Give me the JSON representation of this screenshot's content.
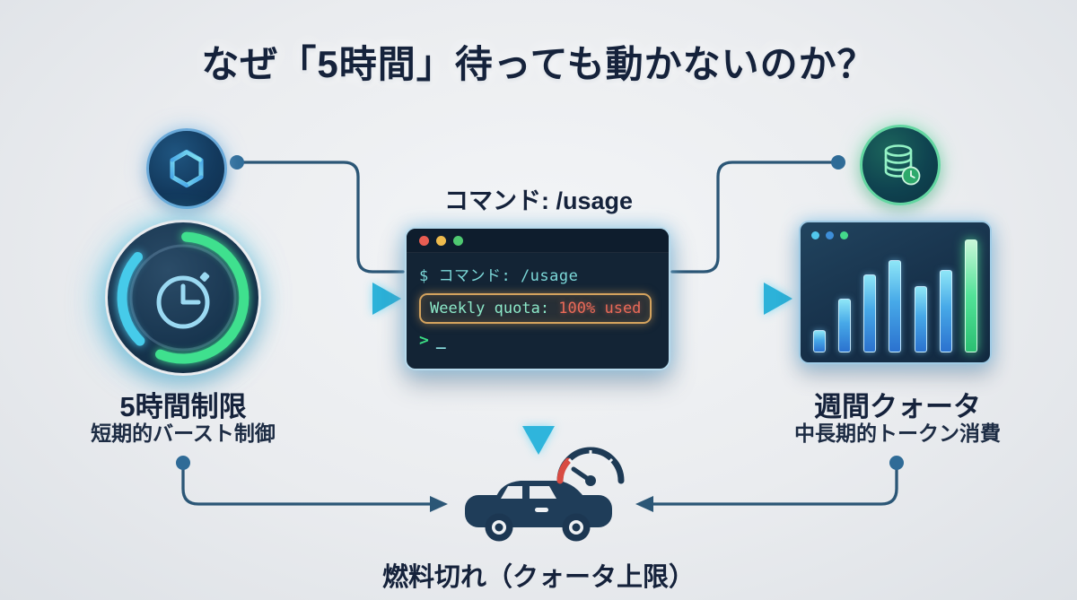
{
  "title": "なぜ「5時間」待っても動かないのか？",
  "left_node": {
    "heading": "5時間制限",
    "subheading": "短期的バースト制御"
  },
  "center_node": {
    "label": "コマンド: /usage",
    "terminal": {
      "line1": "$ コマンド: /usage",
      "quota_label": "Weekly quota: ",
      "quota_value": "100% used",
      "prompt": ">",
      "cursor": "_"
    }
  },
  "right_node": {
    "heading": "週間クォータ",
    "subheading": "中長期的トークン消費",
    "bar_heights_pct": [
      20,
      48,
      69,
      82,
      59,
      73,
      100
    ],
    "bar_colors": [
      "blue",
      "blue",
      "blue",
      "blue",
      "blue",
      "blue",
      "green"
    ]
  },
  "bottom_node": {
    "caption": "燃料切れ（クォータ上限）"
  },
  "colors": {
    "accent_cyan": "#3ec0e4",
    "accent_green": "#3fe08e",
    "connector": "#2b5676",
    "terminal_bg": "#132435",
    "quota_border": "#d4a35e",
    "quota_value_red": "#ea6a58",
    "terminal_text_cyan": "#7cd8d8",
    "title_text": "#15223b"
  }
}
